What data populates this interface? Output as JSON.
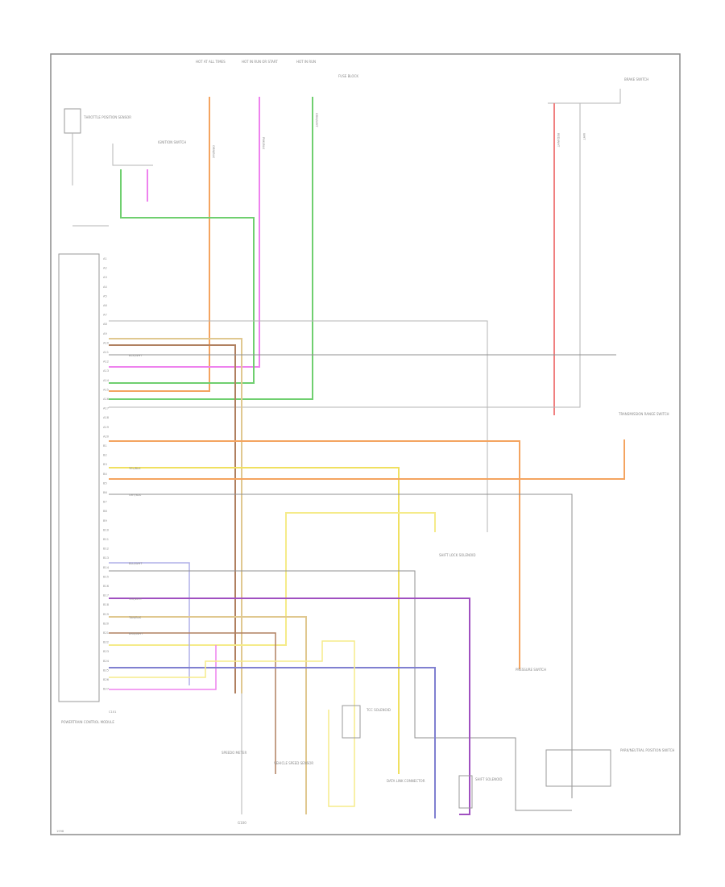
{
  "diagram": {
    "title": "",
    "footer_code": "1998",
    "components": {
      "ecm": "POWERTRAIN CONTROL MODULE",
      "fuse_left": "HOT AT ALL TIMES",
      "fuse_mid": "HOT IN RUN OR START",
      "fuse_right": "HOT IN RUN",
      "fuse_block": "FUSE BLOCK",
      "ignition_switch": "IGNITION SWITCH",
      "brake_switch": "BRAKE SWITCH",
      "shift_lock": "SHIFT LOCK SOLENOID",
      "vss": "VEHICLE SPEED SENSOR",
      "tcc_solenoid": "TCC SOLENOID",
      "shift_solenoid": "SHIFT SOLENOID",
      "pressure_switch": "PRESSURE SWITCH",
      "neutral_switch": "PARK/NEUTRAL POSITION SWITCH",
      "ground": "G100",
      "connector": "C101",
      "trans_range": "TRANSMISSION RANGE SWITCH",
      "data_link": "DATA LINK CONNECTOR",
      "ctp_sensor": "THROTTLE POSITION SENSOR",
      "speedometer": "SPEEDO METER"
    },
    "wire_labels": {
      "orange": "ORN/BLK",
      "pink": "PNK/BLK",
      "green": "GRN/WHT",
      "red": "RED/WHT",
      "yellow": "YEL/BLK",
      "violet": "VIO/WHT",
      "blue": "BLU/WHT",
      "brown": "BRN/WHT",
      "gray": "GRY/BLK",
      "tan": "TAN/BLK",
      "black": "BLK/WHT",
      "white": "WHT"
    },
    "pin_labels": [
      "A1",
      "A2",
      "A3",
      "A4",
      "A5",
      "A6",
      "A7",
      "A8",
      "A9",
      "A10",
      "A11",
      "A12",
      "A13",
      "A14",
      "A15",
      "A16",
      "A17",
      "A18",
      "A19",
      "A20",
      "B1",
      "B2",
      "B3",
      "B4",
      "B5",
      "B6",
      "B7",
      "B8",
      "B9",
      "B10",
      "B11",
      "B12",
      "B13",
      "B14",
      "B15",
      "B16",
      "B17",
      "B18",
      "B19",
      "B20",
      "B21",
      "B22",
      "B23",
      "B24",
      "B25",
      "B26",
      "B27"
    ]
  },
  "colors": {
    "orange": "#f4a460",
    "pink": "#ee82ee",
    "green": "#6fcf6f",
    "red": "#f08080",
    "yellow": "#f0e060",
    "violet": "#a050c0",
    "blue": "#8080d0",
    "brown": "#b08060",
    "gray": "#a0a0a0",
    "tan": "#e0c890",
    "black": "#707070",
    "lightyellow": "#f5eb8a"
  }
}
